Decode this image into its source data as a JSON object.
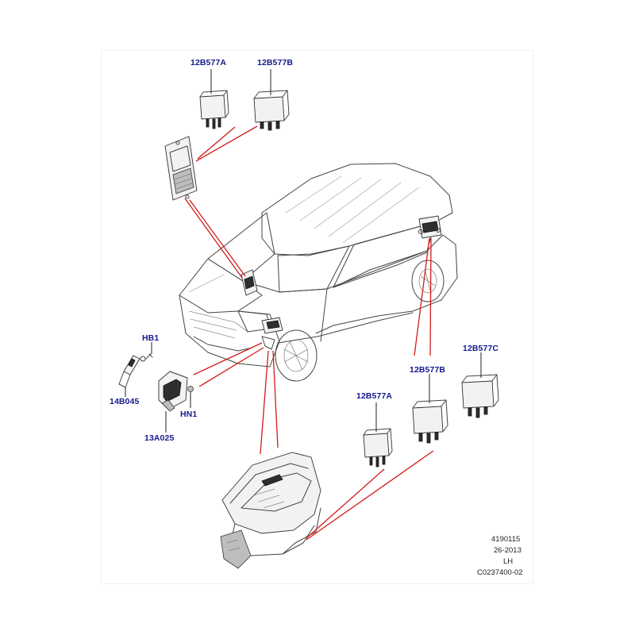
{
  "callouts": {
    "top_relay_a": "12B577A",
    "top_relay_b": "12B577B",
    "hb1": "HB1",
    "p14b045": "14B045",
    "hn1": "HN1",
    "p13a025": "13A025",
    "right_relay_c": "12B577C",
    "right_relay_b": "12B577B",
    "right_relay_a": "12B577A"
  },
  "info_block": {
    "line1": "4190115",
    "line2": "26-2013",
    "line3": "LH",
    "line4": "C0237400-02"
  },
  "colors": {
    "callout_text": "#141a8c",
    "leader_red": "#d21b1b",
    "outline": "#444444"
  }
}
